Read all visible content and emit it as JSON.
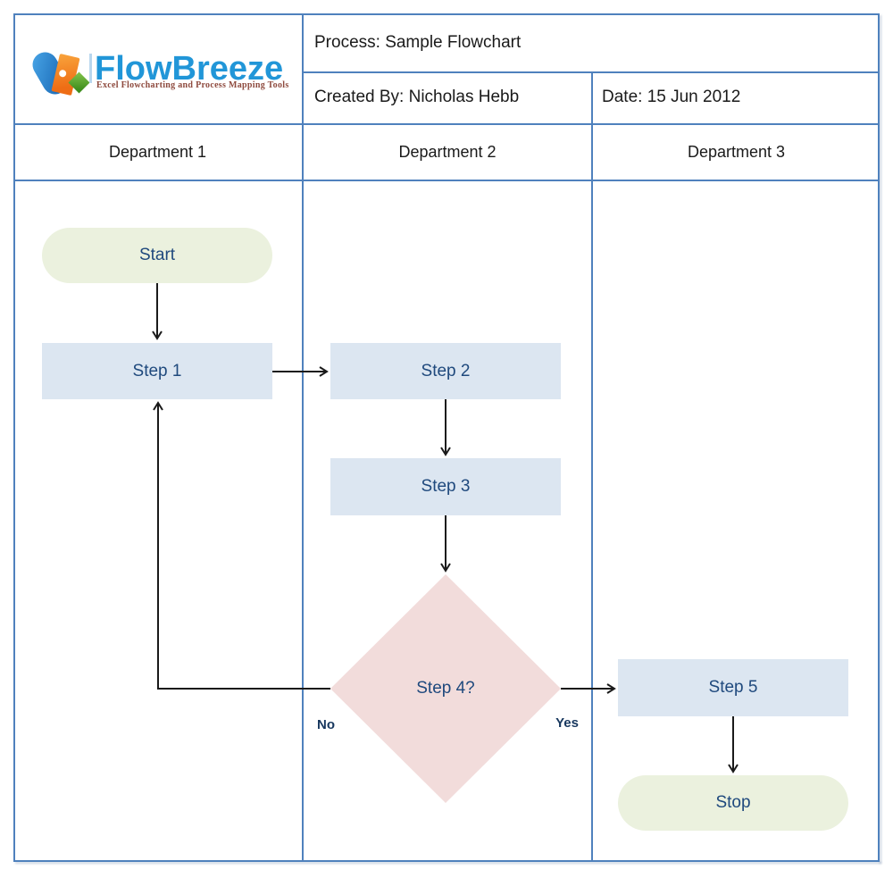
{
  "logo": {
    "brand": "FlowBreeze",
    "tagline": "Excel Flowcharting and Process Mapping Tools"
  },
  "header": {
    "process": "Process: Sample Flowchart",
    "created_by": "Created By: Nicholas Hebb",
    "date": "Date: 15 Jun 2012"
  },
  "lanes": [
    {
      "label": "Department 1"
    },
    {
      "label": "Department 2"
    },
    {
      "label": "Department 3"
    }
  ],
  "flowchart": {
    "nodes": [
      {
        "id": "start",
        "type": "terminator",
        "label": "Start",
        "lane": "Department 1"
      },
      {
        "id": "step1",
        "type": "process",
        "label": "Step 1",
        "lane": "Department 1"
      },
      {
        "id": "step2",
        "type": "process",
        "label": "Step 2",
        "lane": "Department 2"
      },
      {
        "id": "step3",
        "type": "process",
        "label": "Step 3",
        "lane": "Department 2"
      },
      {
        "id": "step4",
        "type": "decision",
        "label": "Step 4?",
        "lane": "Department 2"
      },
      {
        "id": "step5",
        "type": "process",
        "label": "Step 5",
        "lane": "Department 3"
      },
      {
        "id": "stop",
        "type": "terminator",
        "label": "Stop",
        "lane": "Department 3"
      }
    ],
    "edges": [
      {
        "from": "Start",
        "to": "Step 1"
      },
      {
        "from": "Step 1",
        "to": "Step 2"
      },
      {
        "from": "Step 2",
        "to": "Step 3"
      },
      {
        "from": "Step 3",
        "to": "Step 4?"
      },
      {
        "from": "Step 4?",
        "to": "Step 5",
        "label": "Yes"
      },
      {
        "from": "Step 4?",
        "to": "Step 1",
        "label": "No"
      },
      {
        "from": "Step 5",
        "to": "Stop"
      }
    ]
  },
  "colors": {
    "grid_border": "#4f81bd",
    "process_fill": "#dce6f1",
    "terminator_fill": "#ebf1de",
    "decision_fill": "#f2dcdb",
    "node_text": "#1f497d",
    "arrow": "#1a1a1a",
    "brand_blue": "#2196d8",
    "tagline_maroon": "#8e4a3e"
  }
}
